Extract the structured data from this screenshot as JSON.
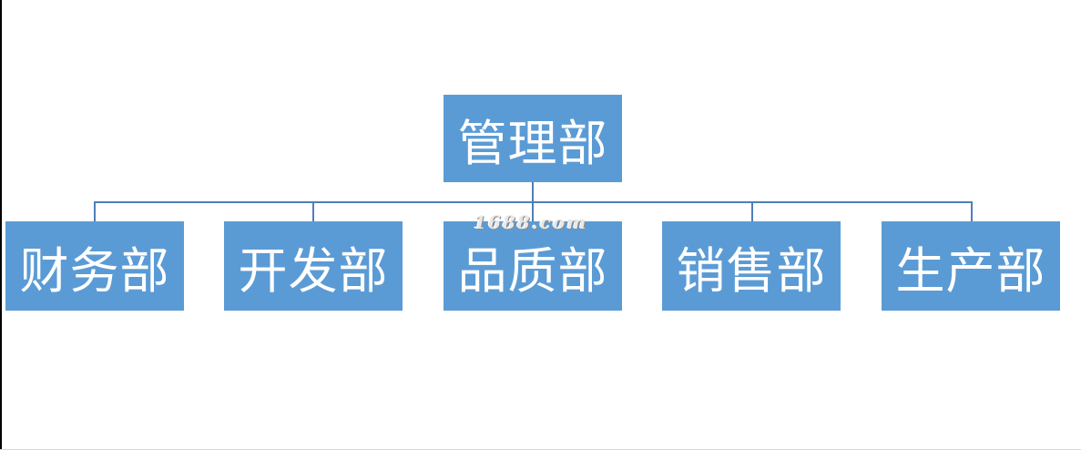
{
  "org_chart": {
    "root": {
      "label": "管理部"
    },
    "departments": [
      {
        "label": "财务部"
      },
      {
        "label": "开发部"
      },
      {
        "label": "品质部"
      },
      {
        "label": "销售部"
      },
      {
        "label": "生产部"
      }
    ]
  },
  "watermark": "1688.com",
  "colors": {
    "box_fill": "#5b9bd5",
    "box_text": "#ffffff",
    "connector": "#4f7fb8"
  }
}
